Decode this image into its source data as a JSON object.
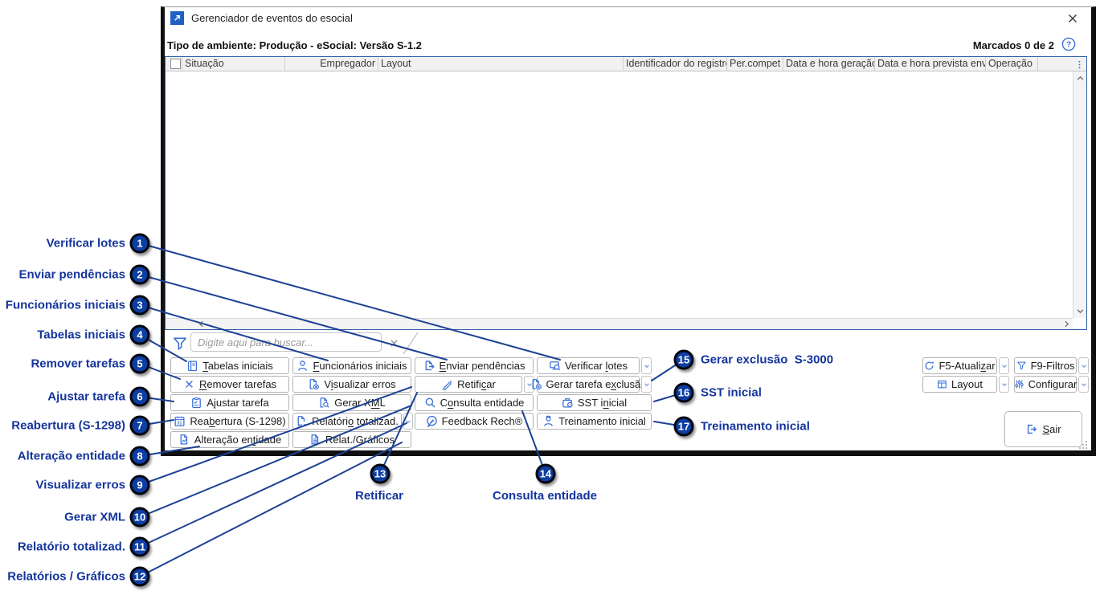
{
  "colors": {
    "accent_blue": "#3a6fd8",
    "callout_navy": "#15359d",
    "table_border": "#2d5fa8",
    "badge_blue": "#0c3ea3"
  },
  "window": {
    "title": "Gerenciador de eventos do esocial"
  },
  "header": {
    "ambiente": "Tipo de ambiente: Produção - eSocial: Versão S-1.2",
    "marcados": "Marcados 0 de 2"
  },
  "table": {
    "columns": [
      "Situação",
      "Empregador",
      "Layout",
      "Identificador do registro",
      "Per.compet",
      "Data e hora geração",
      "Data e hora prevista envio",
      "Operação"
    ]
  },
  "search": {
    "placeholder": "Digite aqui para buscar..."
  },
  "actions": {
    "tabelas_iniciais": {
      "label": "Tabelas iniciais",
      "accel": "T"
    },
    "funcionarios_iniciais": {
      "label": "Funcionários iniciais",
      "accel": "F"
    },
    "enviar_pendencias": {
      "label": "Enviar pendências",
      "accel": "E"
    },
    "verificar_lotes": {
      "label": "Verificar lotes",
      "accel": "l"
    },
    "remover_tarefas": {
      "label": "Remover tarefas",
      "accel": "R"
    },
    "visualizar_erros": {
      "label": "Visualizar erros",
      "accel": "i"
    },
    "retificar": {
      "label": "Retificar",
      "accel": "c"
    },
    "gerar_tarefa_exclusao": {
      "label": "Gerar tarefa exclusão",
      "accel": "x"
    },
    "ajustar_tarefa": {
      "label": "Ajustar tarefa",
      "accel": "j"
    },
    "gerar_xml": {
      "label": "Gerar XML",
      "accel": "M"
    },
    "consulta_entidade": {
      "label": "Consulta entidade",
      "accel": "o"
    },
    "sst_inicial": {
      "label": "SST inicial",
      "accel": "n"
    },
    "reabertura": {
      "label": "Reabertura (S-1298)",
      "accel": "b"
    },
    "relatorio_totalizad": {
      "label": "Relatório totalizad.",
      "accel": "o"
    },
    "feedback": {
      "label": "Feedback Rech®"
    },
    "treinamento_inicial": {
      "label": "Treinamento inicial"
    },
    "alteracao_entidade": {
      "label": "Alteração entidade",
      "accel": "t:2"
    },
    "relat_graficos": {
      "label": "Relat./Gráficos"
    },
    "atualizar": {
      "label": "F5-Atualizar",
      "accel": "z"
    },
    "filtros": {
      "label": "F9-Filtros"
    },
    "layout": {
      "label": "Layout"
    },
    "configurar": {
      "label": "Configurar"
    },
    "sair": {
      "label": "Sair",
      "accel": "S"
    }
  },
  "callouts": {
    "left": [
      {
        "n": "1",
        "label": "Verificar lotes"
      },
      {
        "n": "2",
        "label": "Enviar pendências"
      },
      {
        "n": "3",
        "label": "Funcionários iniciais"
      },
      {
        "n": "4",
        "label": "Tabelas iniciais"
      },
      {
        "n": "5",
        "label": "Remover tarefas"
      },
      {
        "n": "6",
        "label": "Ajustar tarefa"
      },
      {
        "n": "7",
        "label": "Reabertura (S-1298)"
      },
      {
        "n": "8",
        "label": "Alteração entidade"
      },
      {
        "n": "9",
        "label": "Visualizar erros"
      },
      {
        "n": "10",
        "label": "Gerar XML"
      },
      {
        "n": "11",
        "label": "Relatório totalizad."
      },
      {
        "n": "12",
        "label": "Relatórios / Gráficos"
      }
    ],
    "bottom": [
      {
        "n": "13",
        "label": "Retificar"
      },
      {
        "n": "14",
        "label": "Consulta entidade"
      }
    ],
    "right": [
      {
        "n": "15",
        "label": "Gerar exclusão  S-3000"
      },
      {
        "n": "16",
        "label": "SST inicial"
      },
      {
        "n": "17",
        "label": "Treinamento inicial"
      }
    ]
  }
}
